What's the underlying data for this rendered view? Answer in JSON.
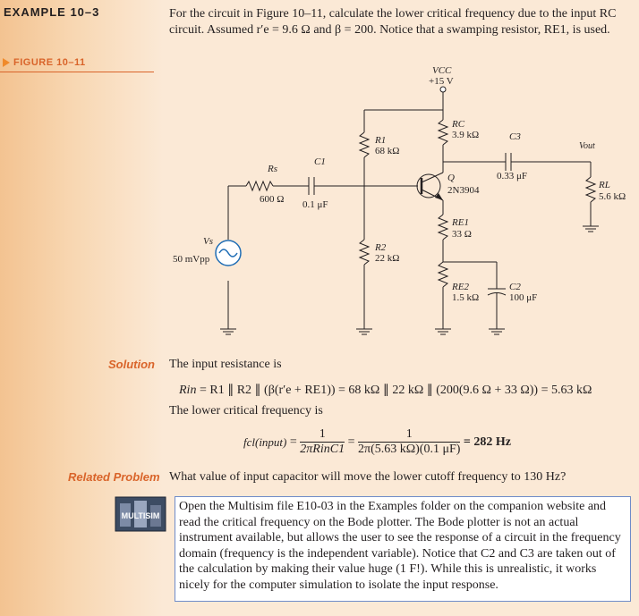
{
  "header": {
    "example_label": "EXAMPLE 10–3",
    "intro_text": "For the circuit in Figure 10–11, calculate the lower critical frequency due to the input RC circuit. Assumed r′e = 9.6 Ω and β = 200. Notice that a swamping resistor, RE1, is used."
  },
  "figure": {
    "label": "FIGURE 10–11",
    "vcc_name": "VCC",
    "vcc_value": "+15 V",
    "rc_name": "RC",
    "rc_value": "3.9 kΩ",
    "r1_name": "R1",
    "r1_value": "68 kΩ",
    "c1_name": "C1",
    "rs_name": "Rs",
    "rs_value": "600 Ω",
    "c1_value": "0.1 μF",
    "q_name": "Q",
    "q_part": "2N3904",
    "c3_name": "C3",
    "c3_value": "0.33 μF",
    "vout_name": "Vout",
    "rl_name": "RL",
    "rl_value": "5.6 kΩ",
    "re1_name": "RE1",
    "re1_value": "33 Ω",
    "vs_name": "Vs",
    "vs_value": "50 mVpp",
    "r2_name": "R2",
    "r2_value": "22 kΩ",
    "re2_name": "RE2",
    "re2_value": "1.5 kΩ",
    "c2_name": "C2",
    "c2_value": "100 μF"
  },
  "solution": {
    "label": "Solution",
    "line1": "The input resistance is",
    "rin_lhs": "Rin",
    "rin_expr": "R1 ∥ R2 ∥ (β(r′e + RE1)) = 68 kΩ ∥ 22 kΩ ∥ (200(9.6 Ω + 33 Ω)) = 5.63 kΩ",
    "line2": "The lower critical frequency is",
    "fc_lhs": "fcl(input)",
    "frac1_num": "1",
    "frac1_den": "2πRinC1",
    "frac2_num": "1",
    "frac2_den": "2π(5.63 kΩ)(0.1 μF)",
    "result": "= 282 Hz"
  },
  "related": {
    "label": "Related Problem",
    "text": "What value of input capacitor will move the lower cutoff frequency to 130 Hz?"
  },
  "note": {
    "logo_text": "MULTISIM",
    "text": "Open the Multisim file E10-03 in the Examples folder on the companion website and read the critical frequency on the Bode plotter. The Bode plotter is not an actual instrument available, but allows the user to see the response of a circuit in the frequency domain (frequency is the independent variable). Notice that C2 and C3 are taken out of the calculation by making their value huge (1 F!). While this is unrealistic, it works nicely for the computer simulation to isolate the input response."
  },
  "colors": {
    "accent_orange": "#d9642a",
    "sidebar": "#f3c391",
    "source_blue": "#1f6db5",
    "box_border": "#6f8cc9"
  }
}
